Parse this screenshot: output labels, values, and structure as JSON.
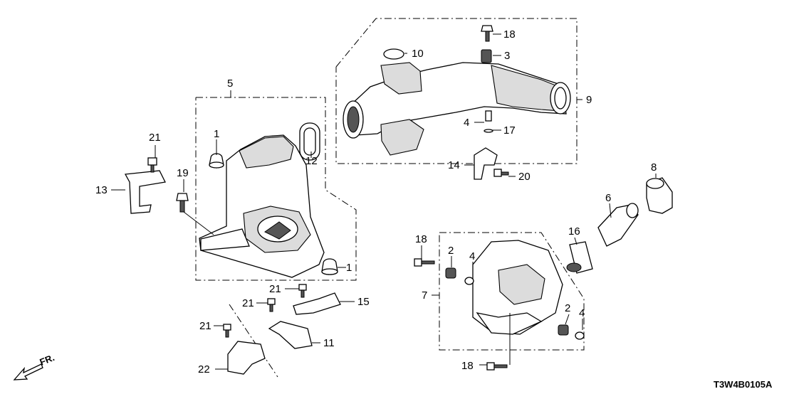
{
  "diagram": {
    "catalog_code": "T3W4B0105A",
    "direction_label": "FR.",
    "callouts": [
      "1",
      "1",
      "2",
      "2",
      "3",
      "4",
      "4",
      "4",
      "5",
      "6",
      "7",
      "8",
      "9",
      "10",
      "11",
      "12",
      "13",
      "14",
      "15",
      "16",
      "17",
      "18",
      "18",
      "18",
      "19",
      "20",
      "21",
      "21",
      "21",
      "21",
      "22"
    ]
  }
}
